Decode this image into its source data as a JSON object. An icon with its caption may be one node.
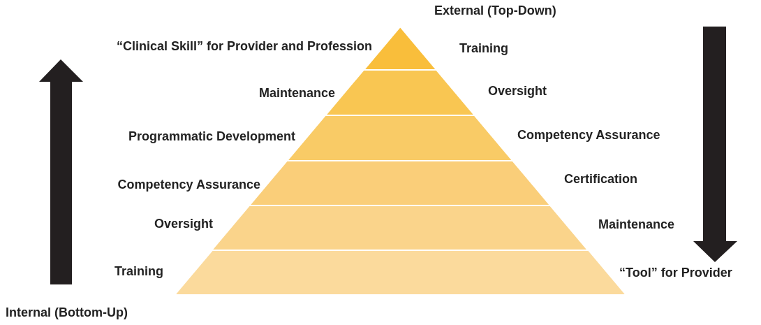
{
  "diagram": {
    "nodes": [
      {
        "text": [],
        "shape": "triangle",
        "beside": [
          "“Clinical Skill” for Provider and Profession",
          "Training"
        ]
      },
      {
        "text": [],
        "shape": "trapezoid",
        "beside": [
          "Maintenance",
          "Oversight"
        ]
      },
      {
        "text": [],
        "shape": "trapezoid",
        "beside": [
          "Programmatic Development",
          "Competency Assurance"
        ]
      },
      {
        "text": [],
        "shape": "trapezoid",
        "beside": [
          "Competency Assurance",
          "Certification"
        ]
      },
      {
        "text": [],
        "shape": "trapezoid",
        "beside": [
          "Oversight",
          "Maintenance"
        ]
      },
      {
        "text": [],
        "shape": "trapezoid",
        "beside": [
          "Training",
          "“Tool” for Provider"
        ]
      }
    ],
    "edges": [],
    "labels": [
      "External (Top-Down)",
      "Internal (Bottom-Up)"
    ]
  }
}
